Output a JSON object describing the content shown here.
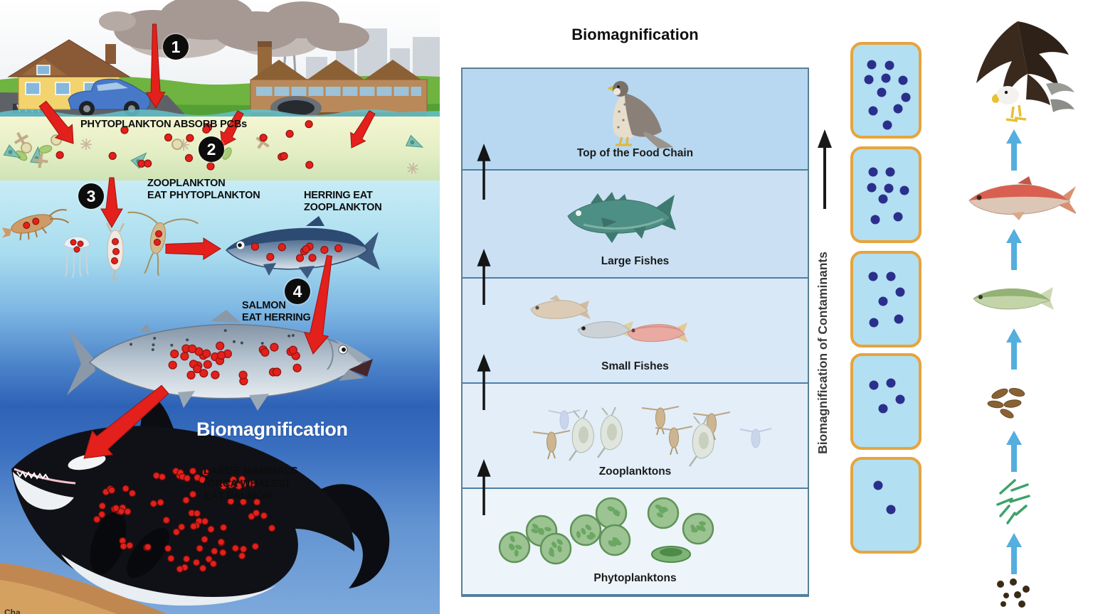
{
  "left_panel": {
    "step_badges": [
      "1",
      "2",
      "3",
      "4"
    ],
    "labels": {
      "phytoplankton": "PHYTOPLANKTON ABSORB PCBs",
      "zooplankton": [
        "ZOOPLANKTON",
        "EAT PHYTOPLANKTON"
      ],
      "herring": [
        "HERRING EAT",
        "ZOOPLANKTON"
      ],
      "salmon": [
        "SALMON",
        "EAT HERRING"
      ],
      "biomagnification": "Biomagnification",
      "orca": [
        "LARGE MAMMALS",
        "(ORCA WHALES)",
        "EAT SALMON"
      ]
    },
    "partial_credit": "Cha",
    "contaminant_dot_counts": {
      "plankton_band": 18,
      "zooplankton": 10,
      "herring": 10,
      "salmon": 32,
      "orca": 78
    }
  },
  "right_diagram": {
    "title": "Biomagnification",
    "levels": [
      {
        "label": "Top of the Food Chain",
        "organism": "peregrine-falcon"
      },
      {
        "label": "Large Fishes",
        "organism": "large-fish"
      },
      {
        "label": "Small Fishes",
        "organism": "small-fishes"
      },
      {
        "label": "Zooplanktons",
        "organism": "zooplankton"
      },
      {
        "label": "Phytoplanktons",
        "organism": "phytoplankton"
      }
    ],
    "axis_label": "Biomagnification of Contaminants"
  },
  "contaminant_column": {
    "dot_counts": [
      10,
      8,
      6,
      4,
      2
    ],
    "boxes": [
      {
        "dots": [
          [
            28,
            22
          ],
          [
            55,
            23
          ],
          [
            24,
            38
          ],
          [
            50,
            37
          ],
          [
            76,
            39
          ],
          [
            44,
            52
          ],
          [
            80,
            58
          ],
          [
            68,
            70
          ],
          [
            30,
            73
          ],
          [
            52,
            88
          ]
        ]
      },
      {
        "dots": [
          [
            30,
            25
          ],
          [
            57,
            25
          ],
          [
            28,
            42
          ],
          [
            54,
            43
          ],
          [
            78,
            45
          ],
          [
            46,
            55
          ],
          [
            34,
            77
          ],
          [
            68,
            74
          ]
        ]
      },
      {
        "dots": [
          [
            30,
            25
          ],
          [
            58,
            25
          ],
          [
            72,
            42
          ],
          [
            46,
            52
          ],
          [
            70,
            72
          ],
          [
            32,
            76
          ]
        ]
      },
      {
        "dots": [
          [
            32,
            32
          ],
          [
            58,
            30
          ],
          [
            72,
            48
          ],
          [
            46,
            58
          ]
        ]
      },
      {
        "dots": [
          [
            38,
            28
          ],
          [
            58,
            55
          ]
        ]
      }
    ]
  },
  "food_chain_column": {
    "levels_bottom_to_top": [
      "contaminant-particles",
      "green-algae",
      "small-invertebrates",
      "small-fish",
      "large-fish",
      "bald-eagle"
    ]
  },
  "chart_data": {
    "type": "table",
    "title": "Biomagnification",
    "categories": [
      "Phytoplanktons",
      "Zooplanktons",
      "Small Fishes",
      "Large Fishes",
      "Top of the Food Chain"
    ],
    "values": [
      2,
      4,
      6,
      8,
      10
    ],
    "ylabel": "Biomagnification of Contaminants",
    "note": "Navy contaminant dots per trophic-level box, bottom to top"
  },
  "colors": {
    "pcb_red": "#e3201b",
    "contaminant_navy": "#2b2f8c",
    "box_border_orange": "#e7a43c",
    "box_fill_blue": "#b2dff2",
    "chain_arrow_blue": "#54aede",
    "band_fills": [
      "#b7d8f0",
      "#cbe1f3",
      "#d8e8f6",
      "#e3eef8",
      "#edf4fa"
    ]
  }
}
